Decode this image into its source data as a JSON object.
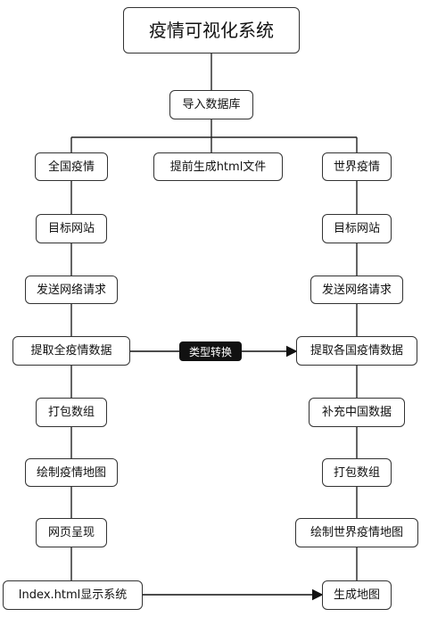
{
  "title": "疫情可视化系统",
  "root_step": "导入数据库",
  "middle_step": "提前生成html文件",
  "left": {
    "head": "全国疫情",
    "steps": [
      "目标网站",
      "发送网络请求",
      "提取全疫情数据",
      "打包数组",
      "绘制疫情地图",
      "网页呈现",
      "Index.html显示系统"
    ]
  },
  "right": {
    "head": "世界疫情",
    "steps": [
      "目标网站",
      "发送网络请求",
      "提取各国疫情数据",
      "补充中国数据",
      "打包数组",
      "绘制世界疫情地图",
      "生成地图"
    ]
  },
  "connector_label": "类型转换"
}
